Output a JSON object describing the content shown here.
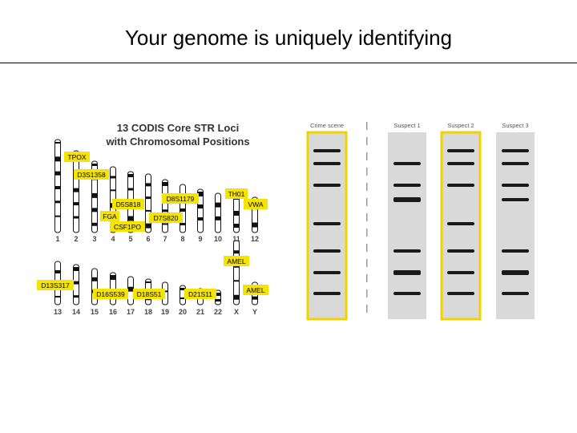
{
  "slide": {
    "title": "Your genome is uniquely identifying"
  },
  "karyotype": {
    "title_line1": "13 CODIS Core STR Loci",
    "title_line2": "with Chromosomal Positions",
    "row1_numbers": [
      "1",
      "2",
      "3",
      "4",
      "5",
      "6",
      "7",
      "8",
      "9",
      "10",
      "11",
      "12"
    ],
    "row2_numbers": [
      "13",
      "14",
      "15",
      "16",
      "17",
      "18",
      "19",
      "20",
      "21",
      "22",
      "X",
      "Y"
    ],
    "loci": [
      "TPOX",
      "D3S1358",
      "D5S818",
      "FGA",
      "CSF1PO",
      "D8S1179",
      "D7S820",
      "TH01",
      "VWA",
      "AMEL",
      "D13S317",
      "D16S539",
      "D18S51",
      "D21S11",
      "AMEL"
    ]
  },
  "gel": {
    "lanes": [
      {
        "label": "Crime scene",
        "highlighted": true,
        "bands": [
          1,
          2,
          3,
          5,
          6,
          7,
          8
        ]
      },
      {
        "label": "Suspect 1",
        "highlighted": false,
        "bands": [
          2,
          3,
          4,
          6,
          7,
          8
        ]
      },
      {
        "label": "Suspect 2",
        "highlighted": true,
        "bands": [
          1,
          2,
          3,
          5,
          6,
          7,
          8
        ]
      },
      {
        "label": "Suspect 3",
        "highlighted": false,
        "bands": [
          1,
          2,
          3,
          4,
          6,
          7,
          8
        ]
      }
    ]
  },
  "colors": {
    "locus_label": "#f5e400",
    "lane_highlight": "#f0d400",
    "lane_fill": "#d9d9d9",
    "band": "#1a1a1a"
  }
}
